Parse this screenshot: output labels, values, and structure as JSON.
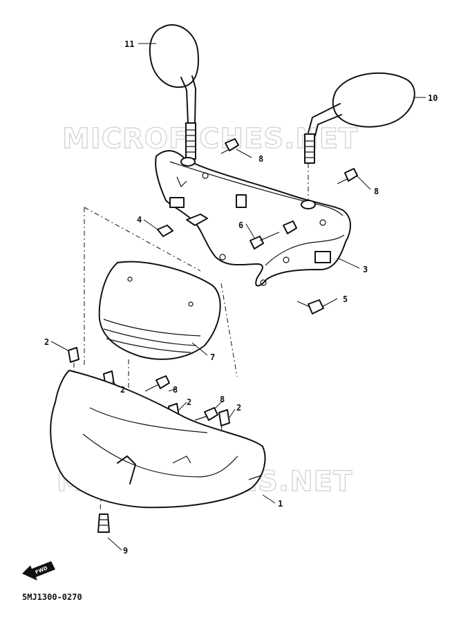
{
  "watermark": "MICROFICHES.NET",
  "diagram_code": "5MJ1300-0270",
  "forward_label": "FWD",
  "callouts": [
    "11",
    "10",
    "8",
    "8",
    "4",
    "6",
    "3",
    "5",
    "7",
    "2",
    "2",
    "8",
    "2",
    "8",
    "2",
    "1",
    "9"
  ]
}
